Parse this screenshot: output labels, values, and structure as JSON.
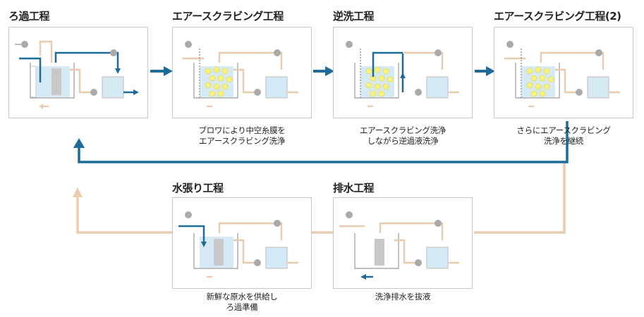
{
  "colors": {
    "blue": "#1d6b96",
    "tan": "#e8ccb0",
    "tank": "#d6eaf6",
    "module": "#c8c8c8",
    "bubbles": "#f7f17e"
  },
  "steps": [
    {
      "id": "filtration",
      "title": "ろ過工程",
      "desc": []
    },
    {
      "id": "air-scrubbing",
      "title": "エアースクラビング工程",
      "desc": [
        "ブロワにより中空糸膜を",
        "エアースクラビング洗浄"
      ]
    },
    {
      "id": "backwash",
      "title": "逆洗工程",
      "desc": [
        "エアースクラビング洗浄",
        "しながら逆過液洗浄"
      ]
    },
    {
      "id": "air-scrubbing-2",
      "title": "エアースクラビング工程(2)",
      "desc": [
        "さらにエアースクラビング",
        "洗浄を継続"
      ]
    },
    {
      "id": "water-fill",
      "title": "水張り工程",
      "desc": [
        "新鮮な原水を供給し",
        "ろ過準備"
      ]
    },
    {
      "id": "drainage",
      "title": "排水工程",
      "desc": [
        "洗浄排水を抜液"
      ]
    }
  ]
}
